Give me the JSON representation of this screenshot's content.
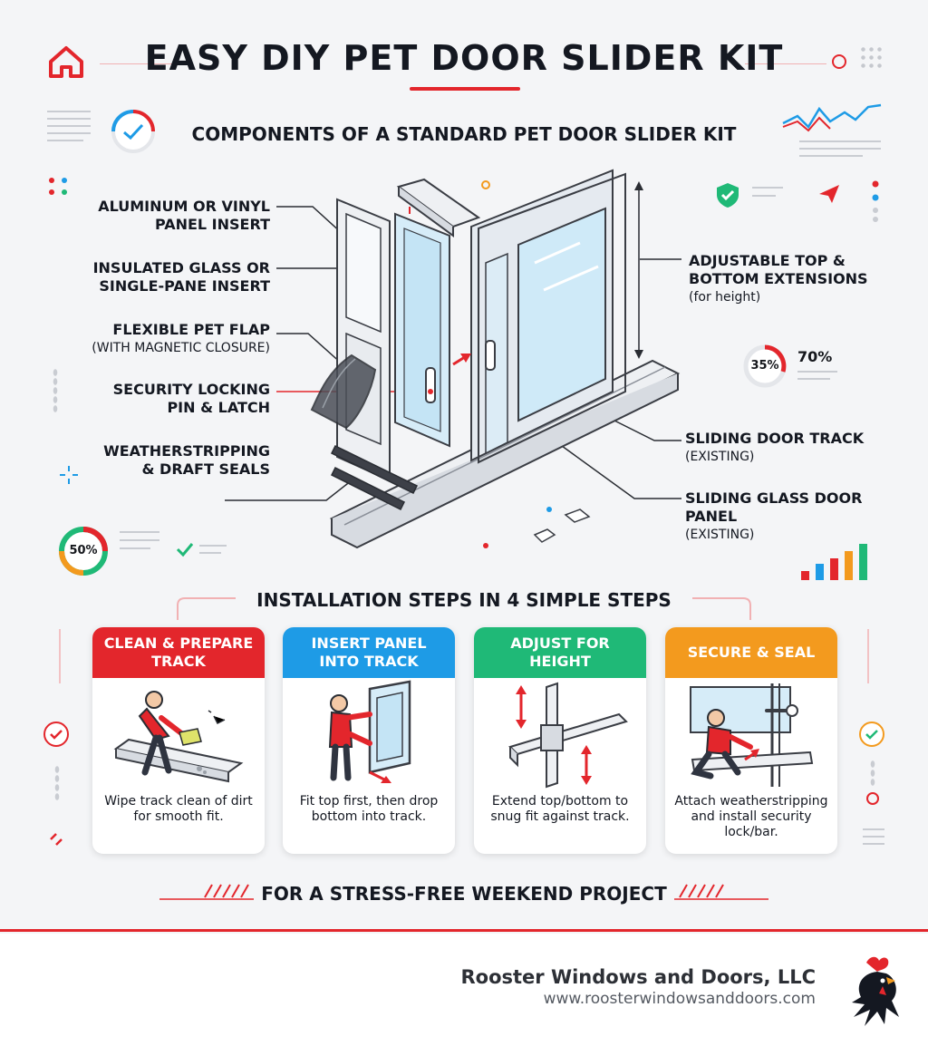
{
  "header": {
    "title": "EASY DIY PET DOOR SLIDER KIT",
    "subtitle": "COMPONENTS OF A STANDARD PET DOOR SLIDER KIT"
  },
  "labels_left": [
    {
      "main": "ALUMINUM OR VINYL PANEL INSERT",
      "sub": ""
    },
    {
      "main": "INSULATED GLASS OR SINGLE-PANE INSERT",
      "sub": ""
    },
    {
      "main": "FLEXIBLE PET FLAP",
      "sub": "(WITH MAGNETIC CLOSURE)"
    },
    {
      "main": "SECURITY LOCKING PIN & LATCH",
      "sub": ""
    },
    {
      "main": "WEATHERSTRIPPING & DRAFT SEALS",
      "sub": ""
    }
  ],
  "labels_right": [
    {
      "main": "ADJUSTABLE TOP & BOTTOM EXTENSIONS",
      "sub": "(for height)"
    },
    {
      "main": "SLIDING DOOR TRACK",
      "sub": "(EXISTING)"
    },
    {
      "main": "SLIDING GLASS DOOR PANEL",
      "sub": "(EXISTING)"
    }
  ],
  "decor": {
    "ring_left": "50%",
    "ring_right": "35%",
    "ring_right_label": "70%"
  },
  "steps_title": "INSTALLATION STEPS IN 4 SIMPLE STEPS",
  "steps": [
    {
      "title": "CLEAN & PREPARE TRACK",
      "desc": "Wipe track clean of dirt for smooth fit.",
      "color": "#e3262c"
    },
    {
      "title": "INSERT PANEL INTO TRACK",
      "desc": "Fit top first, then drop bottom into track.",
      "color": "#1e9be6"
    },
    {
      "title": "ADJUST FOR HEIGHT",
      "desc": "Extend top/bottom to snug fit against track.",
      "color": "#1fb977"
    },
    {
      "title": "SECURE & SEAL",
      "desc": "Attach weatherstripping and install security lock/bar.",
      "color": "#f39a1e"
    }
  ],
  "tagline": "FOR A STRESS-FREE WEEKEND PROJECT",
  "footer": {
    "company": "Rooster Windows and Doors, LLC",
    "url": "www.roosterwindowsanddoors.com"
  }
}
